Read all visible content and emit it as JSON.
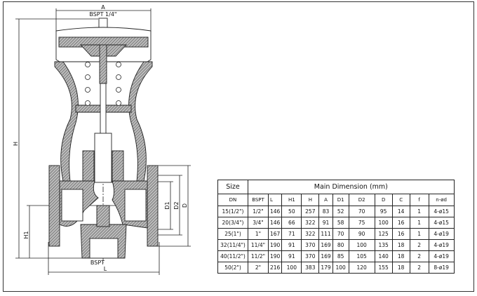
{
  "drawing": {
    "labels": {
      "top_port": "BSPT 1/4\"",
      "bottom_port": "BSPT",
      "dim_A": "A",
      "dim_H": "H",
      "dim_H1": "H1",
      "dim_L": "L",
      "dim_D1": "D1",
      "dim_D2": "D2",
      "dim_D": "D"
    }
  },
  "table": {
    "size_header": "Size",
    "main_header": "Main Dimension (mm)",
    "columns": [
      "DN",
      "BSPT",
      "L",
      "H1",
      "H",
      "A",
      "D1",
      "D2",
      "D",
      "C",
      "f",
      "n-ød"
    ],
    "rows": [
      [
        "15(1/2\")",
        "1/2\"",
        "146",
        "50",
        "257",
        "83",
        "52",
        "70",
        "95",
        "14",
        "1",
        "4-ø15"
      ],
      [
        "20(3/4\")",
        "3/4\"",
        "146",
        "66",
        "322",
        "91",
        "58",
        "75",
        "100",
        "16",
        "1",
        "4-ø15"
      ],
      [
        "25(1\")",
        "1\"",
        "167",
        "71",
        "322",
        "111",
        "70",
        "90",
        "125",
        "16",
        "1",
        "4-ø19"
      ],
      [
        "32(11/4\")",
        "11/4\"",
        "190",
        "91",
        "370",
        "169",
        "80",
        "100",
        "135",
        "18",
        "2",
        "4-ø19"
      ],
      [
        "40(11/2\")",
        "11/2\"",
        "190",
        "91",
        "370",
        "169",
        "85",
        "105",
        "140",
        "18",
        "2",
        "4-ø19"
      ],
      [
        "50(2\")",
        "2\"",
        "216",
        "100",
        "383",
        "179",
        "100",
        "120",
        "155",
        "18",
        "2",
        "8-ø19"
      ]
    ]
  }
}
